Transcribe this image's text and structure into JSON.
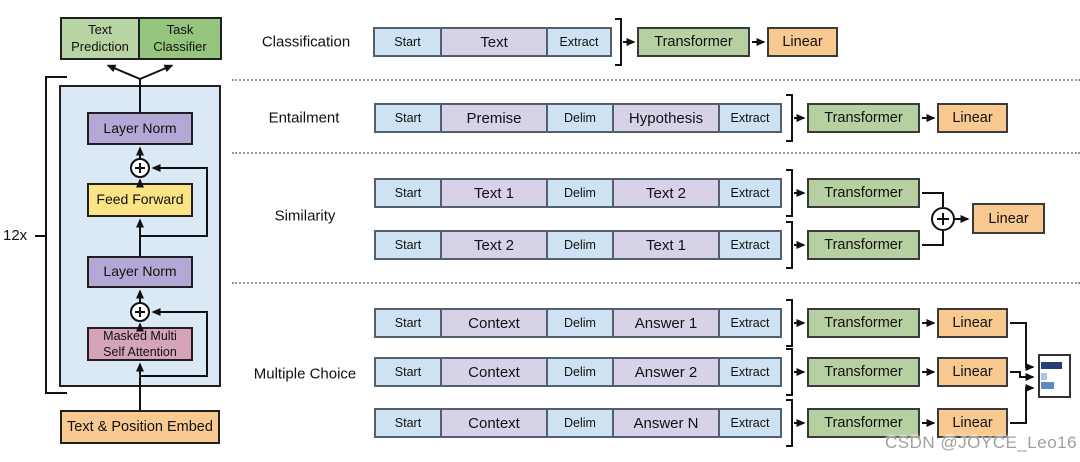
{
  "model": {
    "outputs": {
      "text_prediction": "Text Prediction",
      "task_classifier": "Task Classifier"
    },
    "blocks": {
      "layer_norm_top": "Layer Norm",
      "feed_forward": "Feed Forward",
      "layer_norm_bottom": "Layer Norm",
      "masked_attention": "Masked Multi Self Attention",
      "embed": "Text & Position Embed"
    },
    "repeat_label": "12x"
  },
  "labels": {
    "transformer": "Transformer",
    "linear": "Linear"
  },
  "tasks": {
    "classification": {
      "name": "Classification",
      "cells": [
        "Start",
        "Text",
        "Extract"
      ]
    },
    "entailment": {
      "name": "Entailment",
      "cells": [
        "Start",
        "Premise",
        "Delim",
        "Hypothesis",
        "Extract"
      ]
    },
    "similarity": {
      "name": "Similarity",
      "rows": [
        [
          "Start",
          "Text 1",
          "Delim",
          "Text 2",
          "Extract"
        ],
        [
          "Start",
          "Text 2",
          "Delim",
          "Text 1",
          "Extract"
        ]
      ]
    },
    "multiple_choice": {
      "name": "Multiple Choice",
      "rows": [
        [
          "Start",
          "Context",
          "Delim",
          "Answer 1",
          "Extract"
        ],
        [
          "Start",
          "Context",
          "Delim",
          "Answer 2",
          "Extract"
        ],
        [
          "Start",
          "Context",
          "Delim",
          "Answer N",
          "Extract"
        ]
      ]
    }
  },
  "watermark": "CSDN @JOYCE_Leo16",
  "colors": {
    "light_green": "#b9d4a4",
    "green": "#94c47e",
    "blue_container": "#dbe8f6",
    "purple": "#b4a7d6",
    "yellow": "#fbe386",
    "pink": "#d6a4ba",
    "orange": "#f8c990",
    "cell_blue": "#cfe2f3",
    "cell_purple": "#d8d2e8",
    "bar_dark": "#1f3f77",
    "bar_light": "#a9c7e8",
    "bar_mid": "#5c8ac6"
  }
}
